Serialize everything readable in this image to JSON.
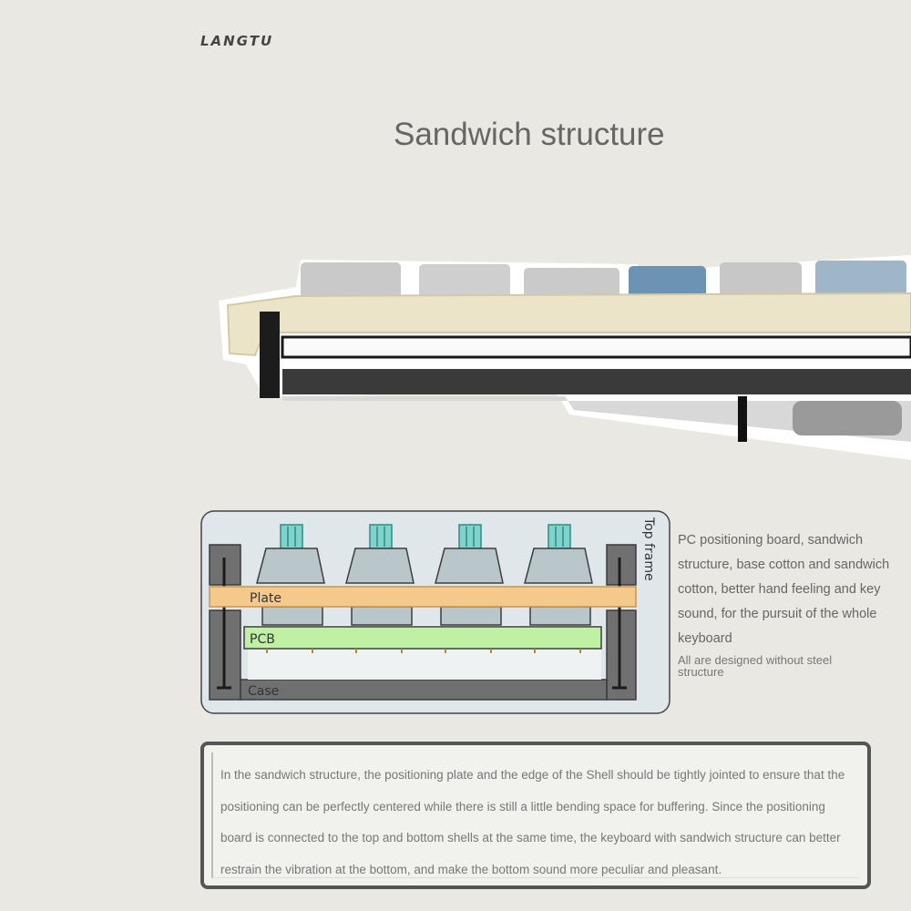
{
  "brand": {
    "logo_text": "LANGTU"
  },
  "header": {
    "title": "Sandwich structure"
  },
  "diagram": {
    "labels": {
      "top_frame": "Top frame",
      "plate": "Plate",
      "pcb": "PCB",
      "case": "Case"
    },
    "colors": {
      "plate": "#f5c98b",
      "pcb": "#bff0a3",
      "stem": "#7fd3cc",
      "keycap": "#b9c6ca",
      "frame": "#6d6d6d",
      "panel": "#dfe7ea"
    }
  },
  "side": {
    "paragraph": "PC positioning board, sandwich structure, base cotton and sandwich cotton, better hand feeling and key sound, for the pursuit of the whole keyboard",
    "note": "All are designed without steel structure"
  },
  "description": {
    "text": "In the sandwich structure, the positioning plate and the edge of the Shell should be tightly jointed to ensure that the positioning can be perfectly centered while there is still a little bending space for buffering. Since the positioning board is connected to the top and bottom shells at the same time, the keyboard with sandwich structure can better restrain the vibration at the bottom, and make the bottom sound more peculiar and pleasant."
  }
}
